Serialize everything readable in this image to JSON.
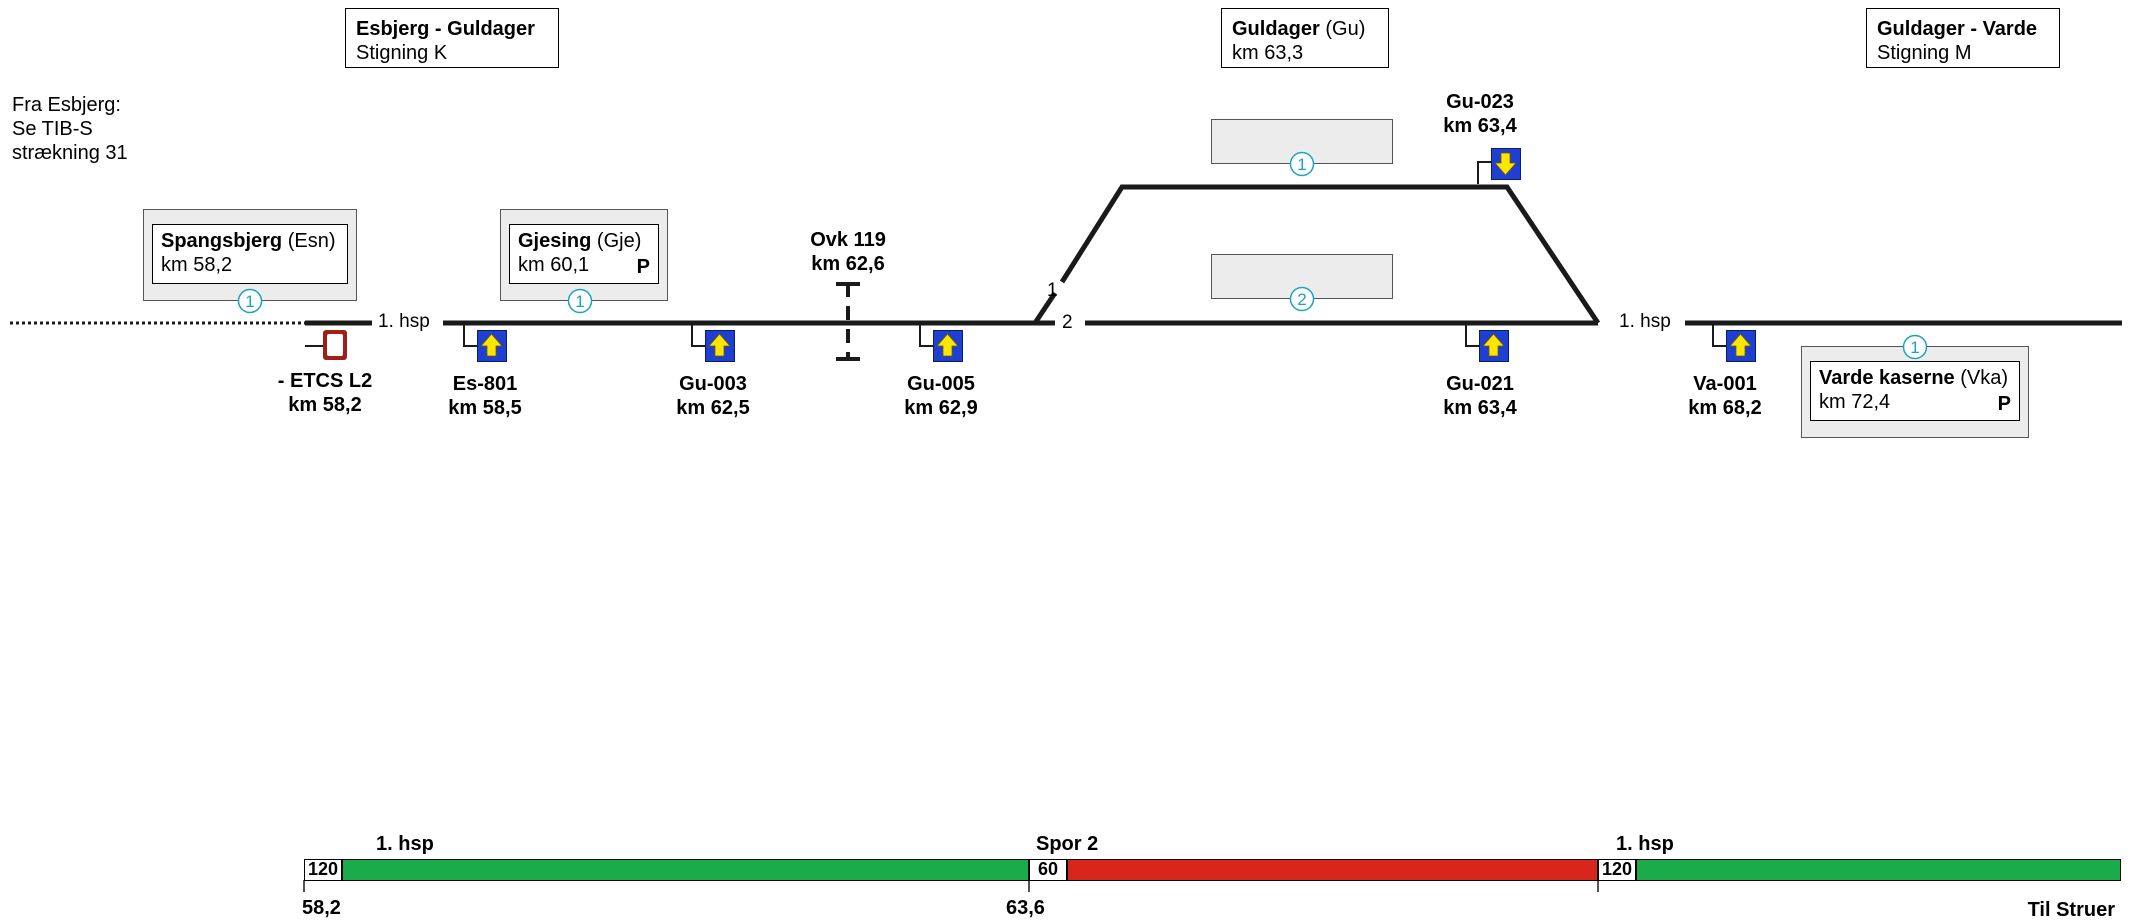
{
  "headers": {
    "left": {
      "bold": "Esbjerg - Guldager",
      "sub": "Stigning K"
    },
    "center": {
      "bold": "Guldager",
      "code": " (Gu)",
      "sub": "km 63,3"
    },
    "right": {
      "bold": "Guldager - Varde",
      "sub": "Stigning M"
    }
  },
  "note": {
    "line1": "Fra Esbjerg:",
    "line2": "Se TIB-S",
    "line3": "strækning 31"
  },
  "stations": {
    "spangsbjerg": {
      "name": "Spangsbjerg",
      "code": " (Esn)",
      "km": "km 58,2",
      "platform": "1"
    },
    "gjesing": {
      "name": "Gjesing",
      "code": " (Gje)",
      "km": "km 60,1",
      "p": "P",
      "platform": "1"
    },
    "varde_kaserne": {
      "name": "Varde kaserne",
      "code": " (Vka)",
      "km": "km 72,4",
      "p": "P",
      "platform": "1"
    }
  },
  "guldager_platforms": {
    "track1": "1",
    "track2": "2"
  },
  "track_labels": {
    "hsp_left": "1. hsp",
    "hsp_right": "1. hsp",
    "track1": "1",
    "track2": "2"
  },
  "etcs": {
    "line1": "- ETCS L2",
    "line2": "km 58,2"
  },
  "crossing": {
    "line1": "Ovk 119",
    "line2": "km 62,6"
  },
  "balises": [
    {
      "id": "Es-801",
      "km": "km 58,5",
      "dir": "up"
    },
    {
      "id": "Gu-003",
      "km": "km 62,5",
      "dir": "up"
    },
    {
      "id": "Gu-005",
      "km": "km 62,9",
      "dir": "up"
    },
    {
      "id": "Gu-023",
      "km": "km 63,4",
      "dir": "down"
    },
    {
      "id": "Gu-021",
      "km": "km 63,4",
      "dir": "up"
    },
    {
      "id": "Va-001",
      "km": "km 68,2",
      "dir": "up"
    }
  ],
  "speed_profile": {
    "segments": [
      {
        "track": "1. hsp",
        "speed": "120",
        "color": "#1aab4b"
      },
      {
        "track": "Spor 2",
        "speed": "60",
        "color": "#d9261c"
      },
      {
        "track": "1. hsp",
        "speed": "120",
        "color": "#1aab4b"
      }
    ],
    "km_marks": [
      "58,2",
      "63,6"
    ],
    "destination": "Til Struer"
  },
  "colors": {
    "track": "#1a1a1a",
    "balise_blue": "#1e3fcf",
    "balise_arrow": "#ffe600",
    "platform_num": "#1ba3c4",
    "etcs_red": "#a11f16"
  }
}
